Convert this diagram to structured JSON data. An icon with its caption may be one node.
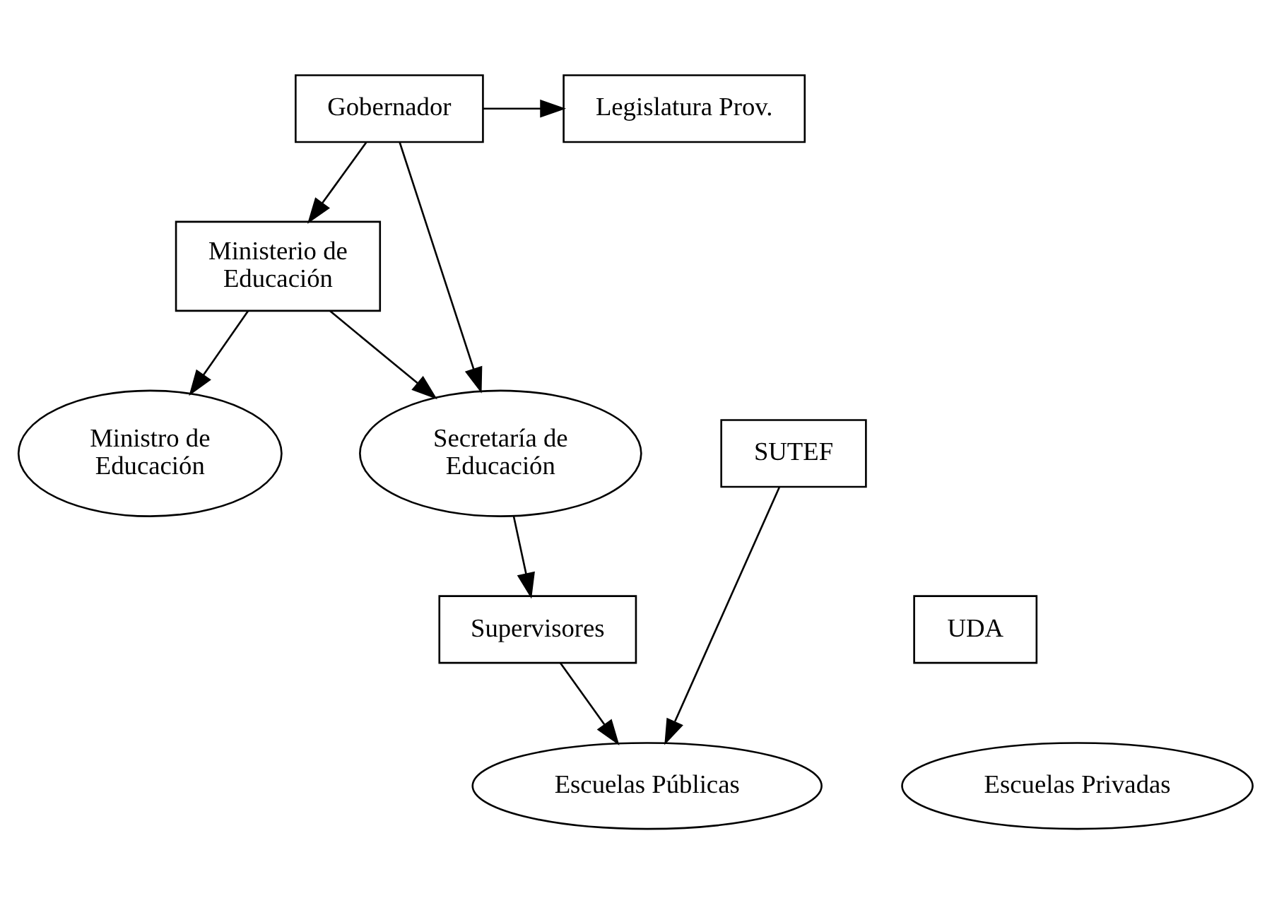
{
  "diagram": {
    "nodes": [
      {
        "text": [
          "Gobernador"
        ]
      },
      {
        "text": [
          "Legislatura Prov."
        ]
      },
      {
        "text": [
          "Ministerio de Educación"
        ]
      },
      {
        "text": [
          "Ministro de Educación"
        ]
      },
      {
        "text": [
          "Secretaría de Educación"
        ]
      },
      {
        "text": [
          "SUTEF"
        ]
      },
      {
        "text": [
          "UDA"
        ]
      },
      {
        "text": [
          "Supervisores"
        ]
      },
      {
        "text": [
          "Escuelas Públicas"
        ]
      },
      {
        "text": [
          "Escuelas Privadas"
        ]
      }
    ],
    "edges": [
      {
        "from": 0,
        "to": 1,
        "arrow": "to"
      },
      {
        "from": 0,
        "to": 2,
        "arrow": "to"
      },
      {
        "from": 0,
        "to": 4,
        "arrow": "to"
      },
      {
        "from": 2,
        "to": 3,
        "arrow": "to"
      },
      {
        "from": 2,
        "to": 4,
        "arrow": "to"
      },
      {
        "from": 4,
        "to": 7,
        "arrow": "to"
      },
      {
        "from": 7,
        "to": 8,
        "arrow": "to"
      },
      {
        "from": 5,
        "to": 8,
        "arrow": "to"
      }
    ]
  }
}
